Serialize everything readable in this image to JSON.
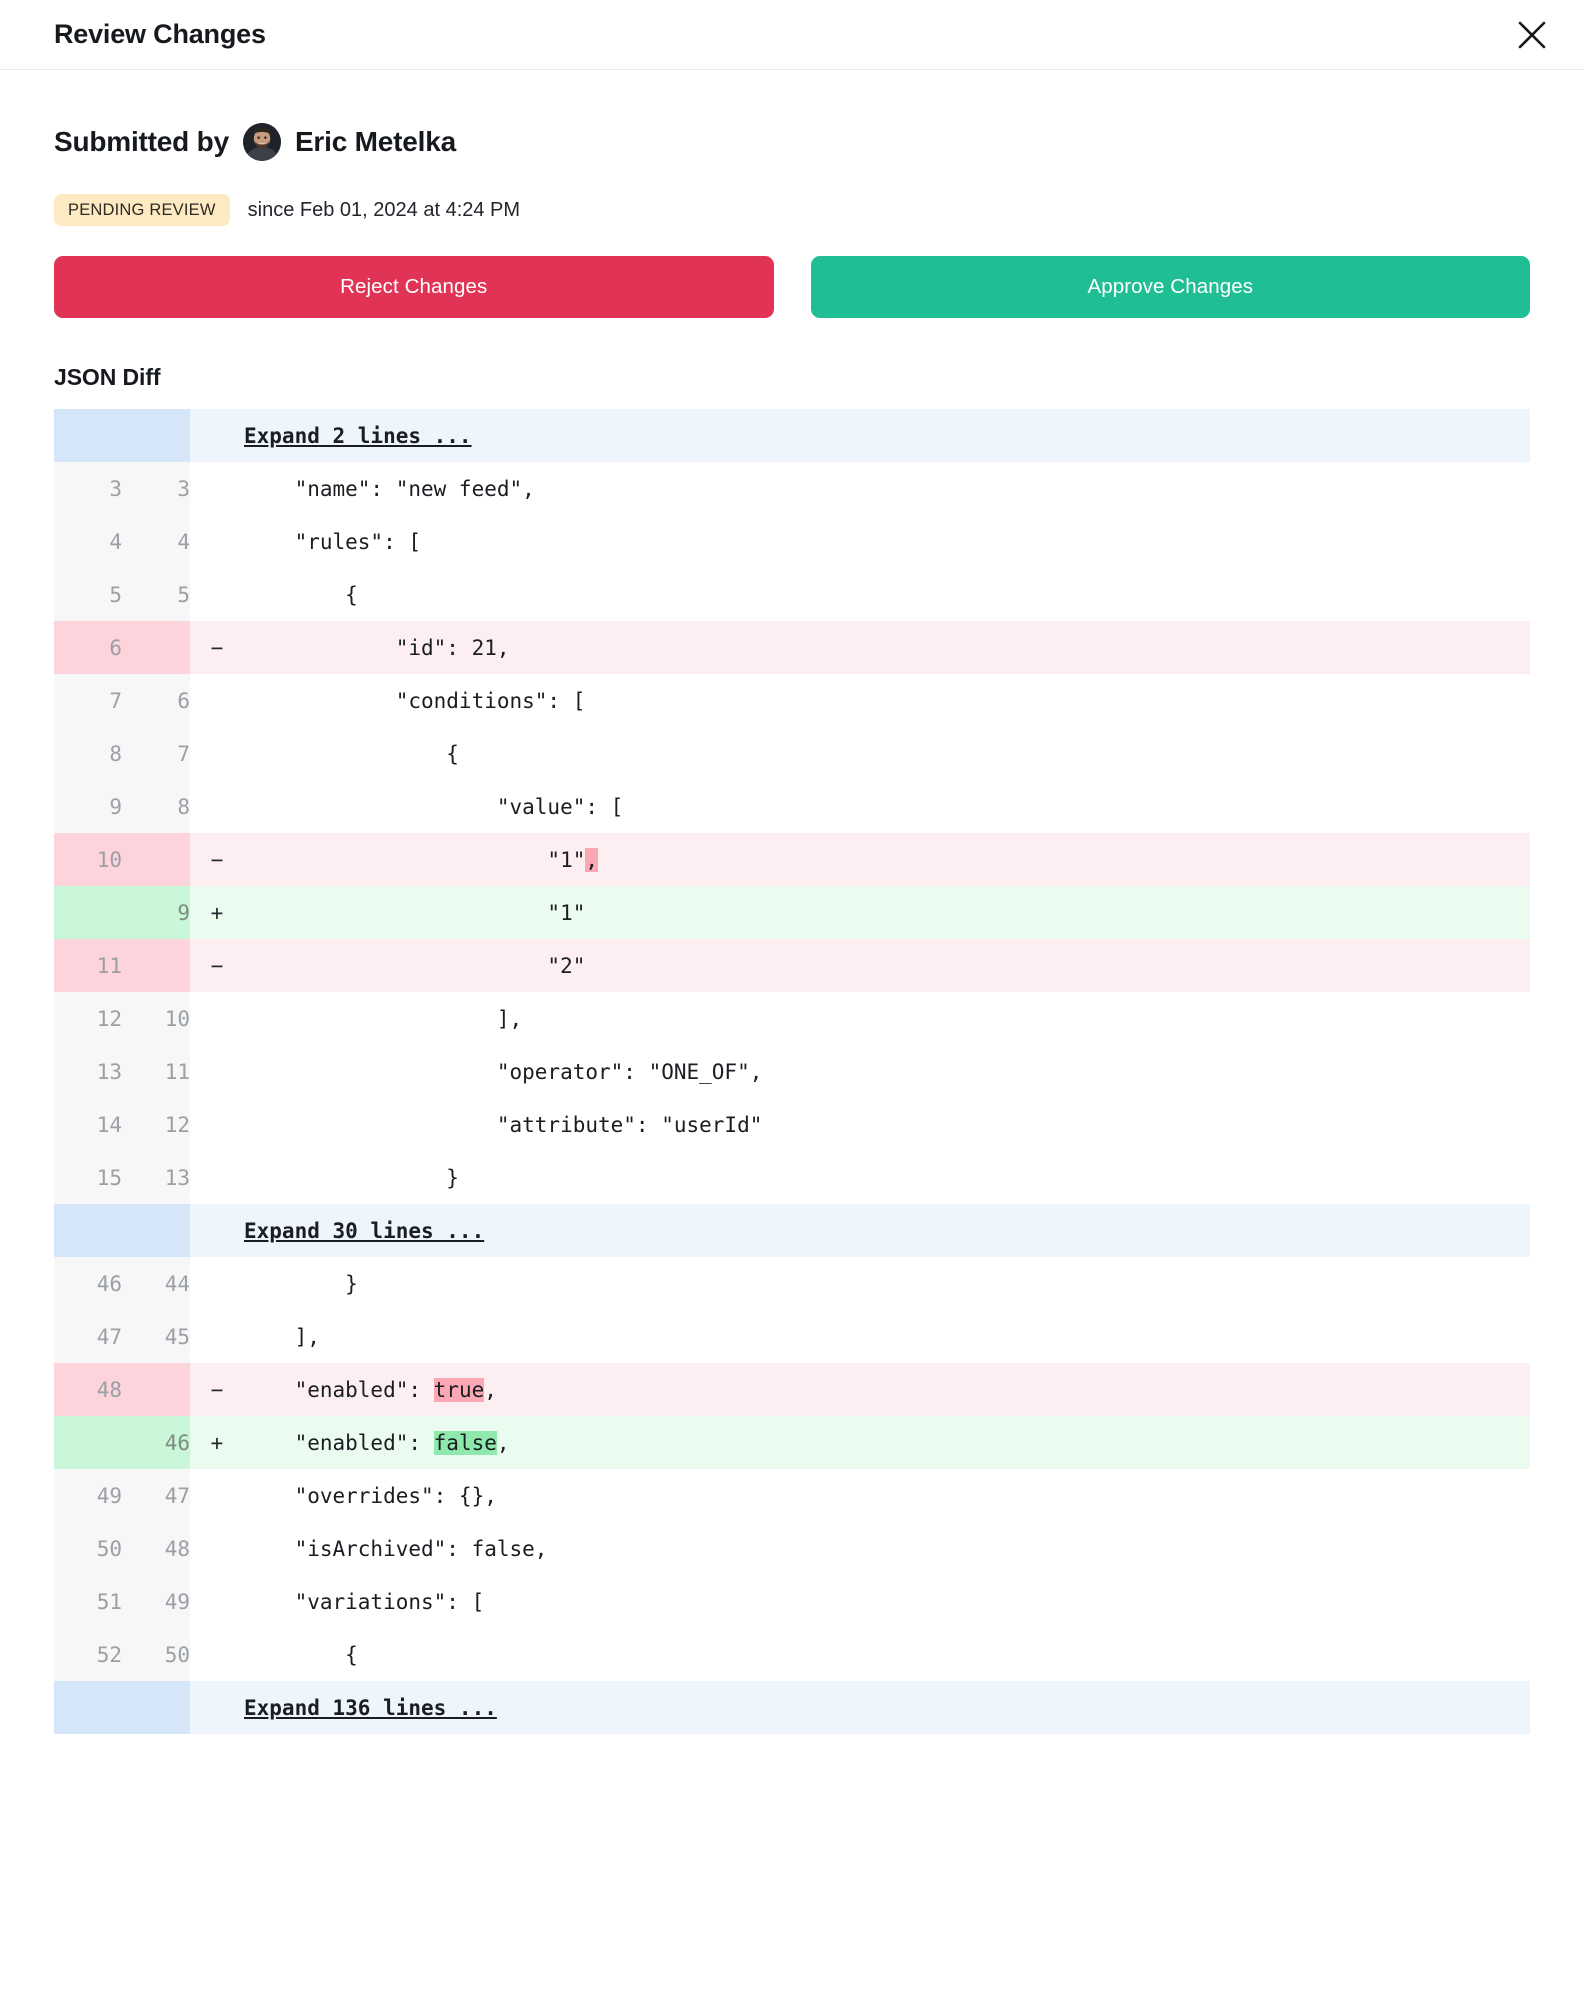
{
  "modal": {
    "title": "Review Changes",
    "close_icon": "close-icon"
  },
  "submission": {
    "submitted_by_label": "Submitted by",
    "submitter_name": "Eric Metelka",
    "status_badge": "PENDING REVIEW",
    "status_since": "since Feb 01, 2024 at 4:24 PM",
    "reject_label": "Reject Changes",
    "approve_label": "Approve Changes"
  },
  "colors": {
    "reject": "#e03355",
    "approve": "#1fbe95",
    "badge_bg": "#fdeac2",
    "del_gutter": "#fdd4db",
    "del_row": "#fdeef1",
    "add_gutter": "#c9f7d7",
    "add_row": "#e9fcef",
    "expand_gutter": "#d4e6f7",
    "expand_row": "#eef5fd"
  },
  "diff": {
    "section_title": "JSON Diff",
    "rows": [
      {
        "type": "expand",
        "old": "",
        "new": "",
        "marker": "",
        "text": "Expand 2 lines ..."
      },
      {
        "type": "ctx",
        "old": "3",
        "new": "3",
        "marker": "",
        "text": "    \"name\": \"new feed\","
      },
      {
        "type": "ctx",
        "old": "4",
        "new": "4",
        "marker": "",
        "text": "    \"rules\": ["
      },
      {
        "type": "ctx",
        "old": "5",
        "new": "5",
        "marker": "",
        "text": "        {"
      },
      {
        "type": "del",
        "old": "6",
        "new": "",
        "marker": "−",
        "text": "            \"id\": 21,"
      },
      {
        "type": "ctx",
        "old": "7",
        "new": "6",
        "marker": "",
        "text": "            \"conditions\": ["
      },
      {
        "type": "ctx",
        "old": "8",
        "new": "7",
        "marker": "",
        "text": "                {"
      },
      {
        "type": "ctx",
        "old": "9",
        "new": "8",
        "marker": "",
        "text": "                    \"value\": ["
      },
      {
        "type": "del",
        "old": "10",
        "new": "",
        "marker": "−",
        "text": "                        \"1\"",
        "hl": ","
      },
      {
        "type": "add",
        "old": "",
        "new": "9",
        "marker": "+",
        "text": "                        \"1\""
      },
      {
        "type": "del",
        "old": "11",
        "new": "",
        "marker": "−",
        "text": "                        \"2\""
      },
      {
        "type": "ctx",
        "old": "12",
        "new": "10",
        "marker": "",
        "text": "                    ],"
      },
      {
        "type": "ctx",
        "old": "13",
        "new": "11",
        "marker": "",
        "text": "                    \"operator\": \"ONE_OF\","
      },
      {
        "type": "ctx",
        "old": "14",
        "new": "12",
        "marker": "",
        "text": "                    \"attribute\": \"userId\""
      },
      {
        "type": "ctx",
        "old": "15",
        "new": "13",
        "marker": "",
        "text": "                }"
      },
      {
        "type": "expand",
        "old": "",
        "new": "",
        "marker": "",
        "text": "Expand 30 lines ..."
      },
      {
        "type": "ctx",
        "old": "46",
        "new": "44",
        "marker": "",
        "text": "        }"
      },
      {
        "type": "ctx",
        "old": "47",
        "new": "45",
        "marker": "",
        "text": "    ],"
      },
      {
        "type": "del",
        "old": "48",
        "new": "",
        "marker": "−",
        "text": "    \"enabled\": ",
        "hl": "true",
        "tail": ","
      },
      {
        "type": "add",
        "old": "",
        "new": "46",
        "marker": "+",
        "text": "    \"enabled\": ",
        "hl": "false",
        "tail": ","
      },
      {
        "type": "ctx",
        "old": "49",
        "new": "47",
        "marker": "",
        "text": "    \"overrides\": {},"
      },
      {
        "type": "ctx",
        "old": "50",
        "new": "48",
        "marker": "",
        "text": "    \"isArchived\": false,"
      },
      {
        "type": "ctx",
        "old": "51",
        "new": "49",
        "marker": "",
        "text": "    \"variations\": ["
      },
      {
        "type": "ctx",
        "old": "52",
        "new": "50",
        "marker": "",
        "text": "        {"
      },
      {
        "type": "expand",
        "old": "",
        "new": "",
        "marker": "",
        "text": "Expand 136 lines ..."
      }
    ]
  }
}
